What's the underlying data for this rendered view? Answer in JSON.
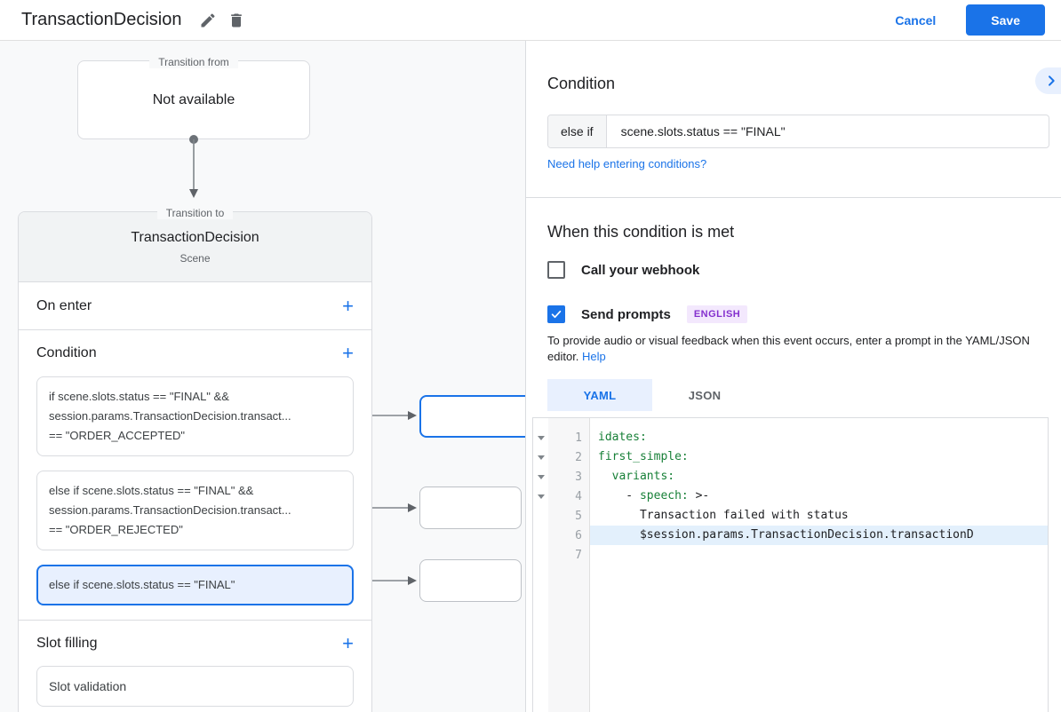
{
  "header": {
    "title": "TransactionDecision",
    "cancel_label": "Cancel",
    "save_label": "Save"
  },
  "icons": {
    "plus": "+"
  },
  "colors": {
    "accent": "#1a73e8",
    "selected_card_bg": "#e8f0fe",
    "code_key_green": "#188038",
    "badge_purple": "#8430ce"
  },
  "diagram": {
    "transition_from": {
      "legend": "Transition from",
      "content": "Not available"
    },
    "transition_to": {
      "legend": "Transition to",
      "scene_name": "TransactionDecision",
      "scene_type": "Scene",
      "sections": {
        "on_enter": "On enter",
        "condition": "Condition",
        "slot_filling": "Slot filling"
      },
      "condition_cards": [
        {
          "selected": false,
          "lines": [
            "if scene.slots.status == \"FINAL\" &&",
            "session.params.TransactionDecision.transact...",
            "== \"ORDER_ACCEPTED\""
          ]
        },
        {
          "selected": false,
          "lines": [
            "else if scene.slots.status == \"FINAL\" &&",
            "session.params.TransactionDecision.transact...",
            "== \"ORDER_REJECTED\""
          ]
        },
        {
          "selected": true,
          "lines": [
            "else if scene.slots.status == \"FINAL\""
          ]
        }
      ],
      "slot_cards": [
        {
          "label": "Slot validation"
        }
      ]
    }
  },
  "panel": {
    "title": "Condition",
    "condition_input": {
      "prefix": "else if",
      "value": "scene.slots.status == \"FINAL\""
    },
    "help_link": "Need help entering conditions?",
    "when_met": {
      "title": "When this condition is met",
      "webhook_label": "Call your webhook",
      "webhook_checked": false,
      "send_prompts_label": "Send prompts",
      "send_prompts_checked": true,
      "language_badge": "ENGLISH",
      "hint_text": "To provide audio or visual feedback when this event occurs, enter a prompt in the YAML/JSON editor.",
      "hint_link": "Help"
    },
    "tabs": [
      {
        "label": "YAML",
        "active": true
      },
      {
        "label": "JSON",
        "active": false
      }
    ],
    "editor": {
      "lines": [
        {
          "num": "1",
          "fold": true,
          "segments": [
            {
              "text": "idates:",
              "type": "key"
            }
          ]
        },
        {
          "num": "2",
          "fold": true,
          "segments": [
            {
              "text": "first_simple:",
              "type": "key"
            }
          ]
        },
        {
          "num": "3",
          "fold": true,
          "segments": [
            {
              "text": "  variants:",
              "type": "key"
            }
          ]
        },
        {
          "num": "4",
          "fold": true,
          "segments": [
            {
              "text": "    - ",
              "type": "plain"
            },
            {
              "text": "speech:",
              "type": "key"
            },
            {
              "text": " >-",
              "type": "plain"
            }
          ]
        },
        {
          "num": "5",
          "fold": false,
          "segments": [
            {
              "text": "      Transaction failed with status",
              "type": "plain"
            }
          ]
        },
        {
          "num": "6",
          "fold": false,
          "active": true,
          "segments": [
            {
              "text": "      $session.params.TransactionDecision.transactionD",
              "type": "plain"
            }
          ]
        },
        {
          "num": "7",
          "fold": false,
          "segments": []
        }
      ]
    }
  }
}
